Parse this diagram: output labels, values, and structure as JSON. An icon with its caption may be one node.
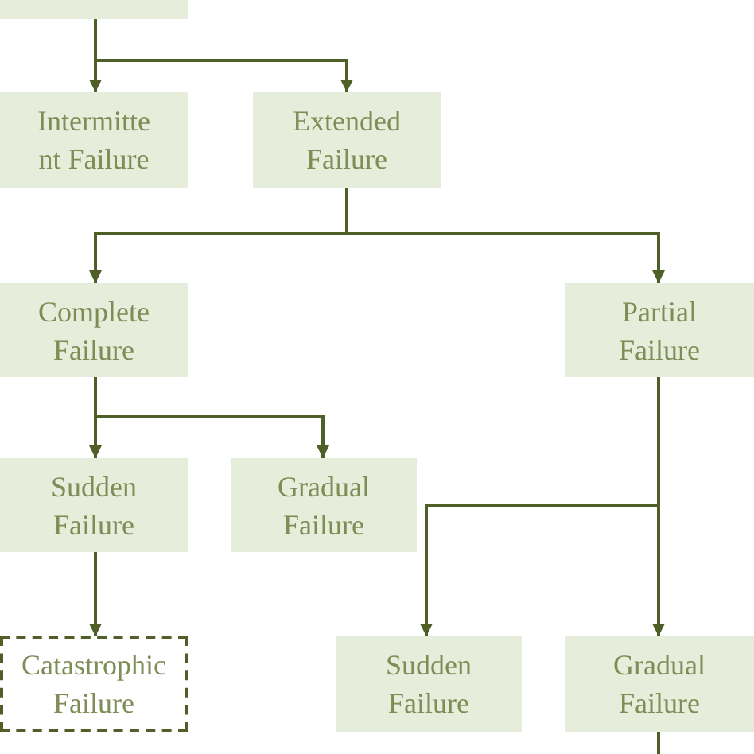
{
  "diagram": {
    "nodes": [
      {
        "text": [],
        "shape": "box"
      },
      {
        "text": [
          "Intermitte nt Failure"
        ]
      },
      {
        "text": [
          "Extended Failure"
        ]
      },
      {
        "text": [
          "Complete Failure"
        ]
      },
      {
        "text": [
          "Partial Failure"
        ]
      },
      {
        "text": [
          "Sudden Failure"
        ]
      },
      {
        "text": [
          "Gradual Failure"
        ]
      },
      {
        "text": [
          "Catastrophic Failure"
        ]
      },
      {
        "text": [
          "Sudden Failure"
        ]
      },
      {
        "text": [
          "Gradual Failure"
        ]
      }
    ],
    "edges": [
      {
        "from": 0,
        "to": 1,
        "arrow": "to"
      },
      {
        "from": 0,
        "to": 2,
        "arrow": "to"
      },
      {
        "from": 2,
        "to": 3,
        "arrow": "to"
      },
      {
        "from": 2,
        "to": 4,
        "arrow": "to"
      },
      {
        "from": 3,
        "to": 5,
        "arrow": "to"
      },
      {
        "from": 3,
        "to": 6,
        "arrow": "to"
      },
      {
        "from": 5,
        "to": 7,
        "arrow": "to"
      },
      {
        "from": 4,
        "to": 8,
        "arrow": "to"
      },
      {
        "from": 4,
        "to": 9,
        "arrow": "to"
      },
      {
        "from": 9,
        "to": null,
        "arrow": "none"
      }
    ]
  }
}
